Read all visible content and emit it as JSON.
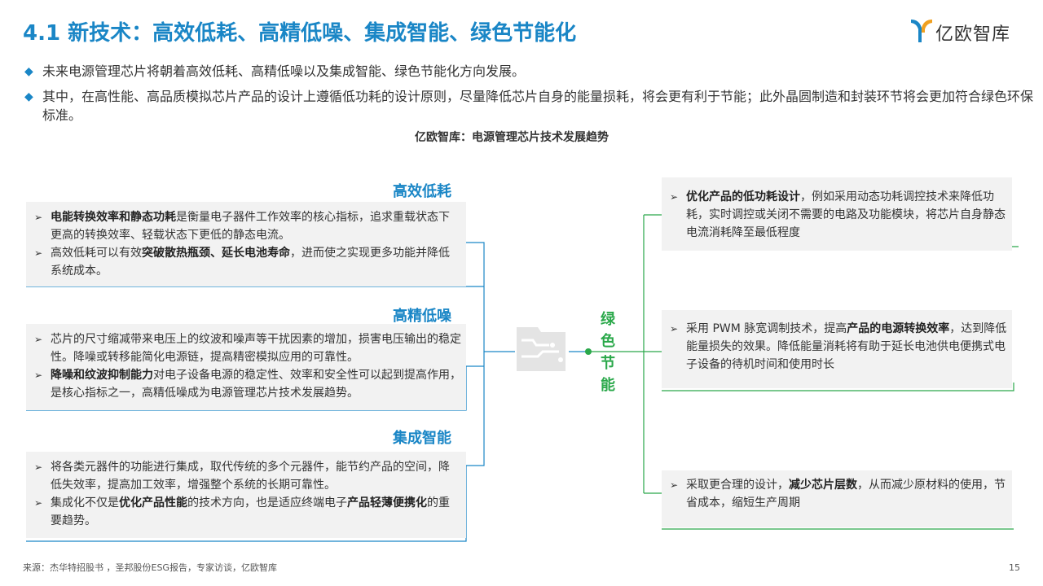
{
  "title": "4.1 新技术：高效低耗、高精低噪、集成智能、绿色节能化",
  "logo": {
    "text": "亿欧智库",
    "icon": "yiou-logo-icon"
  },
  "bullets": [
    "未来电源管理芯片将朝着高效低耗、高精低噪以及集成智能、绿色节能化方向发展。",
    "其中，在高性能、高品质模拟芯片产品的设计上遵循低功耗的设计原则，尽量降低芯片自身的能量损耗，将会更有利于节能；此外晶圆制造和封装环节将会更加符合绿色环保标准。"
  ],
  "subtitle": "亿欧智库：电源管理芯片技术发展趋势",
  "colors": {
    "blue": "#1a86c6",
    "green": "#2aa84a",
    "box_bg": "#f2f2f2"
  },
  "left_groups": [
    {
      "heading": "高效低耗",
      "items": [
        {
          "bold1": "电能转换效率和静态功耗",
          "text1": "是衡量电子器件工作效率的核心指标，追求重载状态下更高的转换效率、轻载状态下更低的静态电流。"
        },
        {
          "text0": "高效低耗可以有效",
          "bold1": "突破散热瓶颈、延长电池寿命",
          "text1": "，进而使之实现更多功能并降低系统成本。"
        }
      ]
    },
    {
      "heading": "高精低噪",
      "items": [
        {
          "text1": "芯片的尺寸缩减带来电压上的纹波和噪声等干扰因素的增加，损害电压输出的稳定性。降噪或转移能简化电源链，提高精密模拟应用的可靠性。"
        },
        {
          "bold1": "降噪和纹波抑制能力",
          "text1": "对电子设备电源的稳定性、效率和安全性可以起到提高作用，是核心指标之一，高精低噪成为电源管理芯片技术发展趋势。"
        }
      ]
    },
    {
      "heading": "集成智能",
      "items": [
        {
          "text1": "将各类元器件的功能进行集成，取代传统的多个元器件，能节约产品的空间，降低失效率，提高加工效率，增强整个系统的长期可靠性。"
        },
        {
          "text0": "集成化不仅是",
          "bold1": "优化产品性能",
          "text1": "的技术方向，也是适应终端电子",
          "bold2": "产品轻薄便携化",
          "text2": "的重要趋势。"
        }
      ]
    }
  ],
  "center_label": [
    "绿",
    "色",
    "节",
    "能"
  ],
  "right_items": [
    {
      "bold1": "优化产品的低功耗设计",
      "text1": "，例如采用动态功耗调控技术来降低功耗，实时调控或关闭不需要的电路及功能模块，将芯片自身静态电流消耗降至最低程度"
    },
    {
      "text0": "采用 PWM 脉宽调制技术，提高",
      "bold1": "产品的电源转换效率",
      "text1": "，达到降低能量损失的效果。降低能量消耗将有助于延长电池供电便携式电子设备的待机时间和使用时长"
    },
    {
      "text0": "采取更合理的设计，",
      "bold1": "减少芯片层数",
      "text1": "，从而减少原材料的使用，节省成本，缩短生产周期"
    }
  ],
  "arrow_glyph": "➢",
  "bullet_glyph": "◆",
  "source": "来源：杰华特招股书 ，圣邦股份ESG报告，专家访谈，亿欧智库",
  "page_number": "15"
}
